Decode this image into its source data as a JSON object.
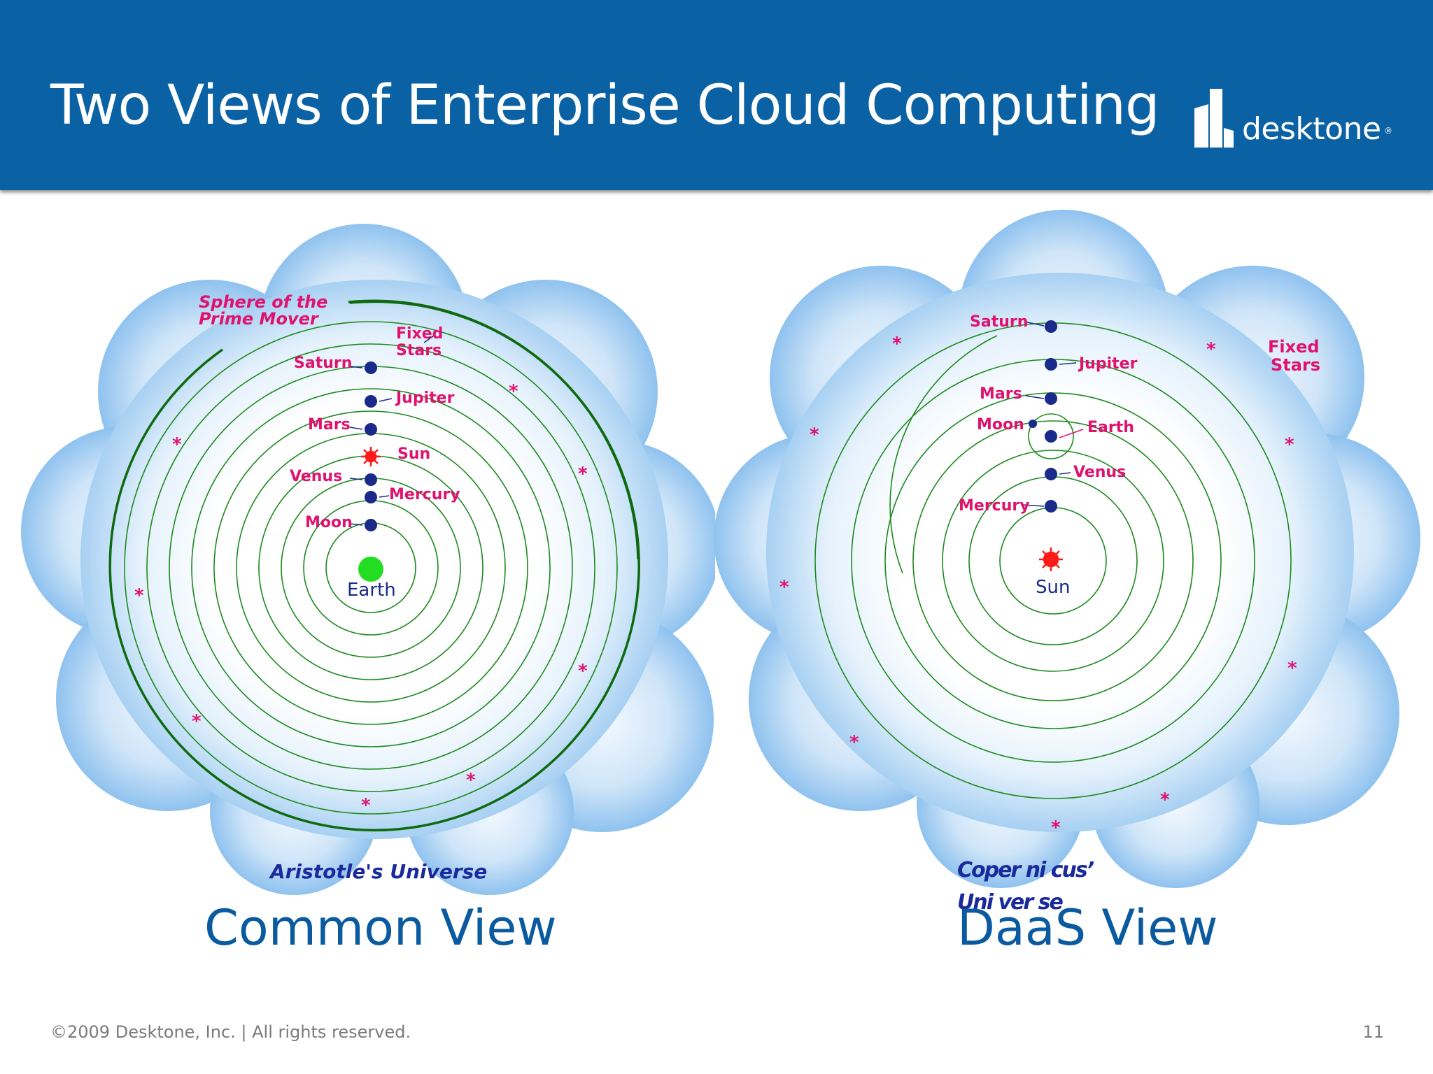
{
  "slide": {
    "title": "Two Views of Enterprise Cloud Computing",
    "logo_text": "desktone",
    "logo_mark": "®",
    "footer": "©2009 Desktone, Inc. | All rights reserved.",
    "page_number": "11"
  },
  "colors": {
    "header_bg": "#0a62a5",
    "orbit_line": "#1c8a1c",
    "outer_sphere": "#0e6a0e",
    "label_magenta": "#e0126e",
    "planet_navy": "#1a2a8a",
    "earth_green": "#22dd22",
    "sun_red": "#ff1a1a",
    "view_label": "#0a5aa0"
  },
  "left_panel": {
    "sphere_label_line1": "Sphere of the",
    "sphere_label_line2": "Prime Mover",
    "fixed_stars_line1": "Fixed",
    "fixed_stars_line2": "Stars",
    "bodies": {
      "saturn": "Saturn",
      "jupiter": "Jupiter",
      "mars": "Mars",
      "sun": "Sun",
      "venus": "Venus",
      "mercury": "Mercury",
      "moon": "Moon"
    },
    "center": "Earth",
    "caption": "Aristotle's Universe",
    "view_label": "Common View"
  },
  "right_panel": {
    "fixed_stars_line1": "Fixed",
    "fixed_stars_line2": "Stars",
    "bodies": {
      "saturn": "Saturn",
      "jupiter": "Jupiter",
      "mars": "Mars",
      "moon": "Moon",
      "earth": "Earth",
      "venus": "Venus",
      "mercury": "Mercury"
    },
    "center": "Sun",
    "caption_line1": "Coper ni cus’",
    "caption_line2": "Uni ver se",
    "view_label": "DaaS View"
  }
}
